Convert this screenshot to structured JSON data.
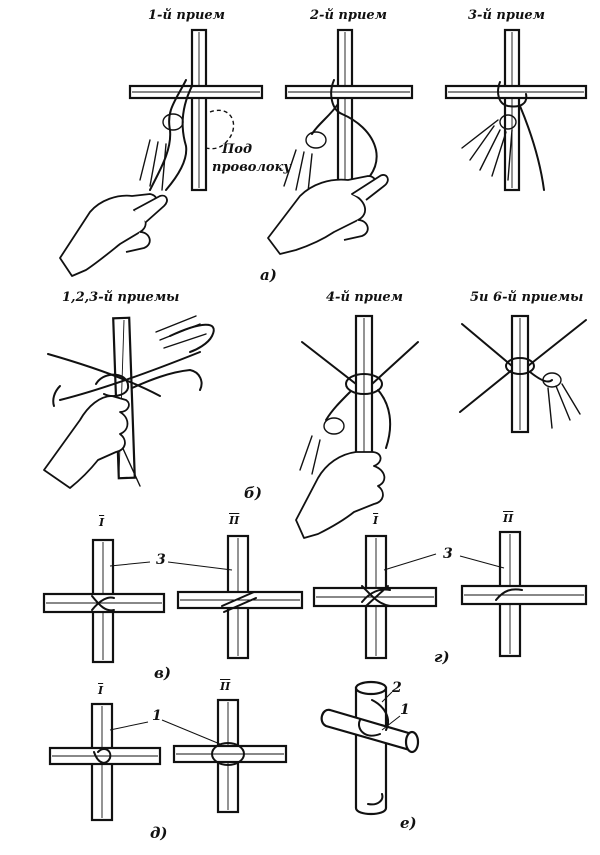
{
  "row_a": {
    "steps": [
      "1-й прием",
      "2-й прием",
      "3-й прием"
    ],
    "note_line1": "Под",
    "note_line2": "проволоку",
    "part": "а)"
  },
  "row_b": {
    "steps": [
      "1,2,3-й приемы",
      "4-й прием",
      "5и 6-й приемы"
    ],
    "part": "б)"
  },
  "row_v": {
    "roman": [
      "I",
      "II"
    ],
    "callout": "3",
    "part": "в)"
  },
  "row_g": {
    "roman": [
      "I",
      "II"
    ],
    "callout": "3",
    "part": "г)"
  },
  "row_d": {
    "roman": [
      "I",
      "II"
    ],
    "callout": "1",
    "part": "д)"
  },
  "row_e": {
    "callout_2": "2",
    "callout_1": "1",
    "part": "е)"
  }
}
